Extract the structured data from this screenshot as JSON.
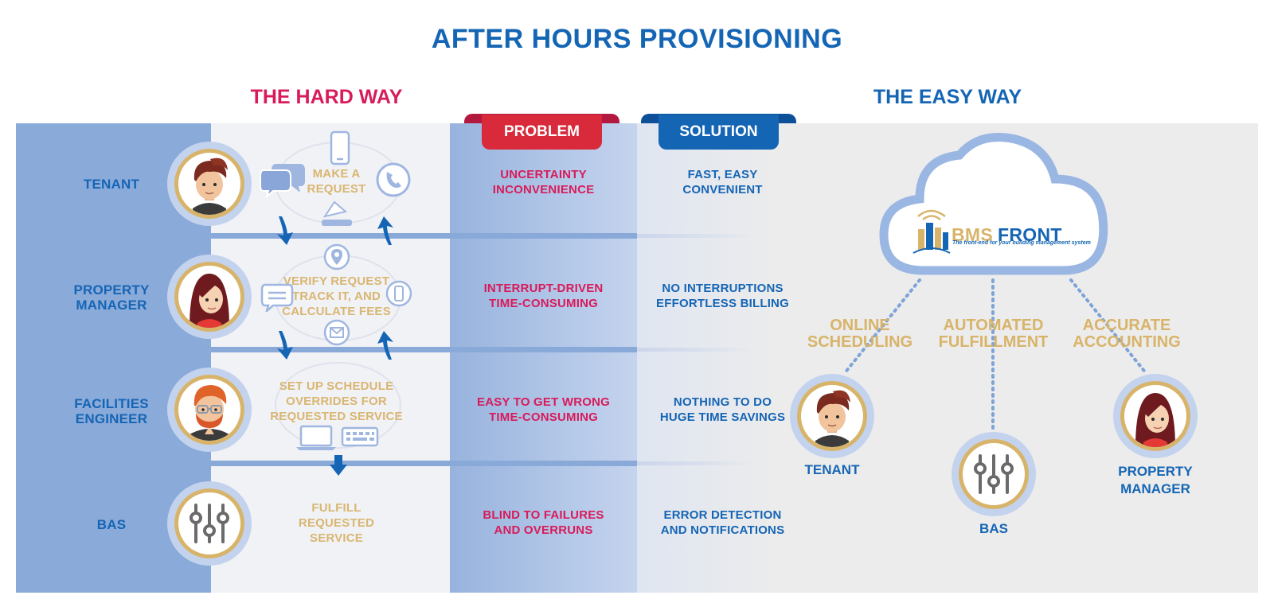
{
  "title": "AFTER HOURS PROVISIONING",
  "hard_way": {
    "title": "THE HARD WAY",
    "rows": [
      {
        "role": [
          "TENANT"
        ],
        "step": [
          "MAKE A",
          "REQUEST"
        ],
        "problem": [
          "UNCERTAINTY",
          "INCONVENIENCE"
        ],
        "solution": [
          "FAST, EASY",
          "CONVENIENT"
        ]
      },
      {
        "role": [
          "PROPERTY",
          "MANAGER"
        ],
        "step": [
          "VERIFY REQUEST",
          "TRACK IT, AND",
          "CALCULATE FEES"
        ],
        "problem": [
          "INTERRUPT-DRIVEN",
          "TIME-CONSUMING"
        ],
        "solution": [
          "NO INTERRUPTIONS",
          "EFFORTLESS BILLING"
        ]
      },
      {
        "role": [
          "FACILITIES",
          "ENGINEER"
        ],
        "step": [
          "SET UP SCHEDULE",
          "OVERRIDES FOR",
          "REQUESTED SERVICE"
        ],
        "problem": [
          "EASY TO GET WRONG",
          "TIME-CONSUMING"
        ],
        "solution": [
          "NOTHING TO DO",
          "HUGE TIME SAVINGS"
        ]
      },
      {
        "role": [
          "BAS"
        ],
        "step": [
          "FULFILL",
          "REQUESTED",
          "SERVICE"
        ],
        "problem": [
          "BLIND TO FAILURES",
          "AND OVERRUNS"
        ],
        "solution": [
          "ERROR DETECTION",
          "AND NOTIFICATIONS"
        ]
      }
    ]
  },
  "problem_label": "PROBLEM",
  "solution_label": "SOLUTION",
  "easy_way": {
    "title": "THE EASY WAY",
    "logo": {
      "name": "BMS FRONT",
      "name_part1": "BMS",
      "name_part2": "FRONT",
      "tagline": "The front-end for your building management system"
    },
    "features": [
      {
        "label": [
          "ONLINE",
          "SCHEDULING"
        ]
      },
      {
        "label": [
          "AUTOMATED",
          "FULFILLMENT"
        ]
      },
      {
        "label": [
          "ACCURATE",
          "ACCOUNTING"
        ]
      }
    ],
    "roles": [
      {
        "label": [
          "TENANT"
        ]
      },
      {
        "label": [
          "BAS"
        ]
      },
      {
        "label": [
          "PROPERTY",
          "MANAGER"
        ]
      }
    ]
  },
  "colors": {
    "blue": "#1565b5",
    "magenta": "#d81b5a",
    "gold": "#d8b46a",
    "panel_blue": "#8aaad9"
  }
}
